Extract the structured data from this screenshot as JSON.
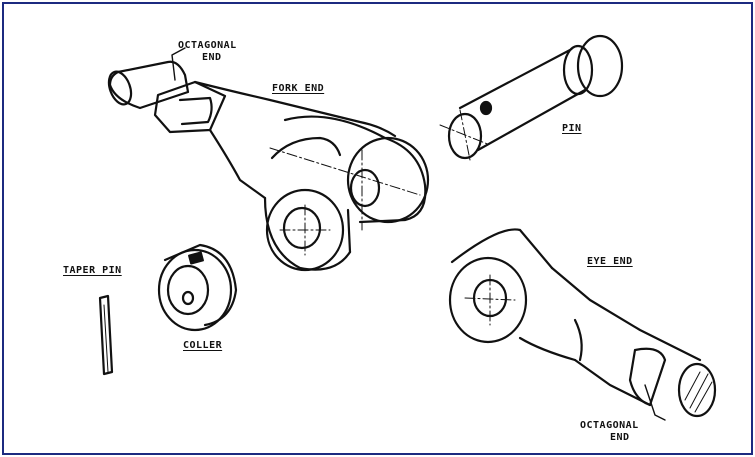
{
  "labels": {
    "octagonal_end_top_line1": "OCTAGONAL",
    "octagonal_end_top_line2": "END",
    "fork_end": "FORK END",
    "pin": "PIN",
    "taper_pin": "TAPER PIN",
    "coller": "COLLER",
    "eye_end": "EYE END",
    "octagonal_end_bottom_line1": "OCTAGONAL",
    "octagonal_end_bottom_line2": "END"
  },
  "colors": {
    "frame_border": "#1c2a80",
    "ink": "#111111"
  }
}
